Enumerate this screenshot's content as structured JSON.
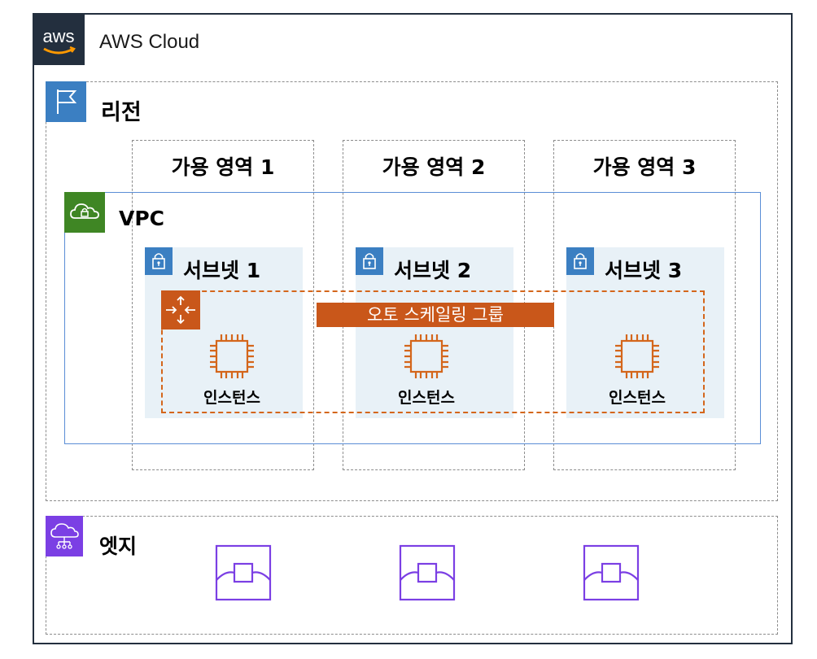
{
  "cloud": {
    "logo_text": "aws",
    "title": "AWS Cloud"
  },
  "region": {
    "label": "리전"
  },
  "availability_zones": [
    {
      "label": "가용 영역 1"
    },
    {
      "label": "가용 영역 2"
    },
    {
      "label": "가용 영역 3"
    }
  ],
  "vpc": {
    "label": "VPC"
  },
  "subnets": [
    {
      "label": "서브넷 1",
      "instance_label": "인스턴스"
    },
    {
      "label": "서브넷 2",
      "instance_label": "인스턴스"
    },
    {
      "label": "서브넷 3",
      "instance_label": "인스턴스"
    }
  ],
  "auto_scaling_group": {
    "label": "오토 스케일링 그룹"
  },
  "edge": {
    "label": "엣지",
    "node_count": 3
  },
  "colors": {
    "aws_dark": "#232f3e",
    "region_blue": "#3b7fc2",
    "vpc_green": "#3f8624",
    "vpc_border": "#5b8ed6",
    "subnet_bg": "#e8f1f7",
    "asg_orange": "#c9571a",
    "edge_purple": "#7b3fe4"
  },
  "icons": {
    "region": "flag-icon",
    "vpc": "cloud-lock-icon",
    "subnet": "lock-icon",
    "asg": "auto-scaling-icon",
    "instance": "ec2-chip-icon",
    "edge": "cloud-network-icon",
    "edge_node": "edge-location-icon"
  }
}
